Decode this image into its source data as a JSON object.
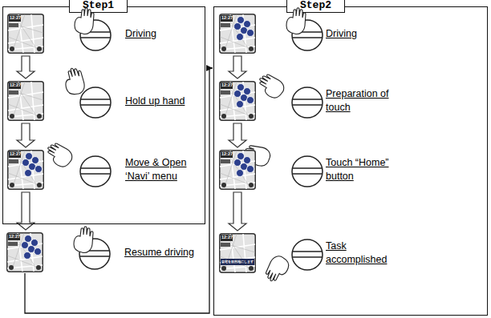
{
  "diagram": {
    "nodes": [
      {
        "text": [
          "Step1"
        ]
      },
      {
        "text": [
          "Driving"
        ],
        "in": 0
      },
      {
        "text": [
          "Hold up hand"
        ],
        "in": 0
      },
      {
        "text": [
          "Move & Open ‘Navi’ menu"
        ],
        "in": 0
      },
      {
        "text": [
          "Resume driving"
        ]
      },
      {
        "text": [
          "Step2"
        ]
      },
      {
        "text": [
          "Driving"
        ],
        "in": 5
      },
      {
        "text": [
          "Preparation of touch"
        ],
        "in": 5
      },
      {
        "text": [
          "Touch “Home” button"
        ],
        "in": 5
      },
      {
        "text": [
          "Task accomplished"
        ],
        "in": 5
      }
    ],
    "edges": [
      {
        "from": 1,
        "to": 2,
        "arrow": "to"
      },
      {
        "from": 2,
        "to": 3,
        "arrow": "to"
      },
      {
        "from": 3,
        "to": 4,
        "arrow": "to"
      },
      {
        "from": 4,
        "to": 5,
        "arrow": "to"
      },
      {
        "from": 6,
        "to": 7,
        "arrow": "to"
      },
      {
        "from": 7,
        "to": 8,
        "arrow": "to"
      },
      {
        "from": 8,
        "to": 9,
        "arrow": "to"
      }
    ],
    "labels": [
      "12:27",
      "12:27",
      "12:27",
      "12:27",
      "12:27",
      "12:27",
      "12:27",
      "12:27",
      "自宅を目的地にします"
    ]
  }
}
